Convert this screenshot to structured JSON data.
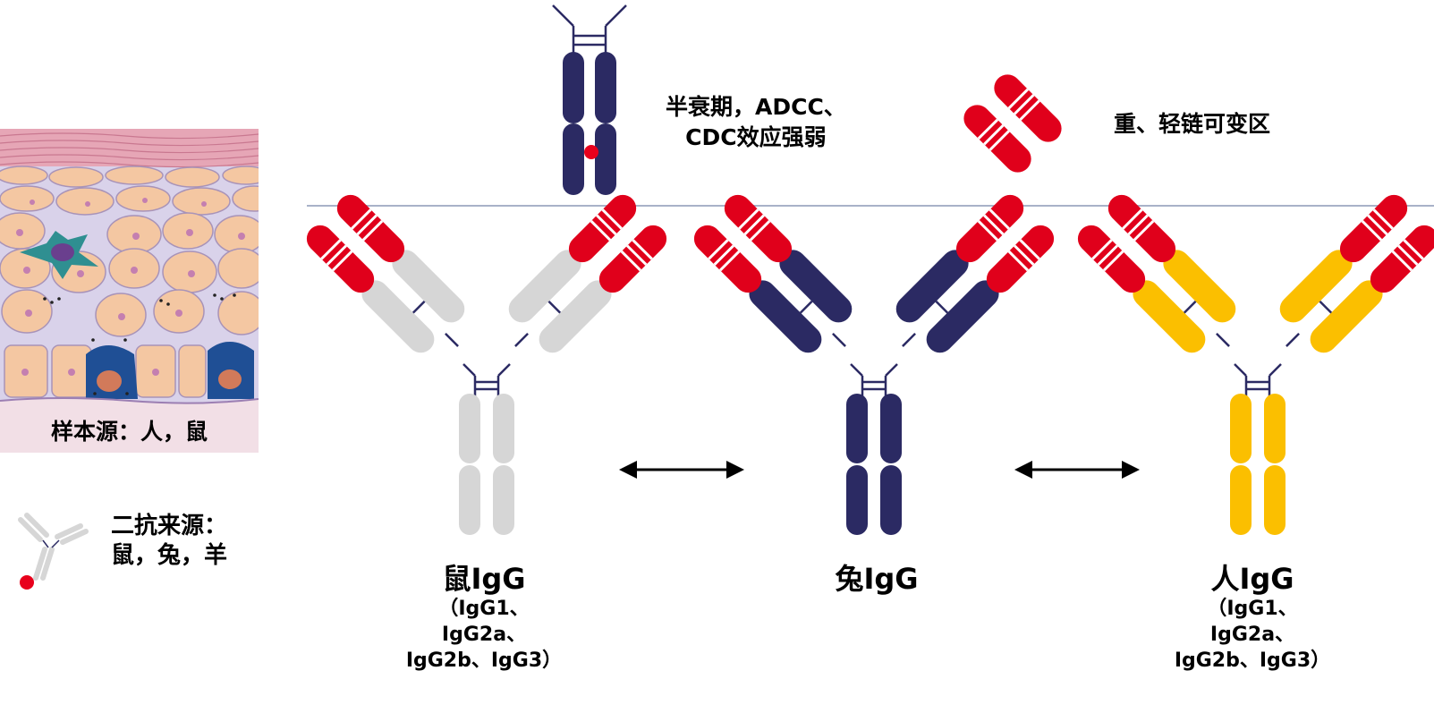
{
  "legend": {
    "fc_effect_line1": "半衰期，ADCC、",
    "fc_effect_line2": "CDC效应强弱",
    "variable_region": "重、轻链可变区"
  },
  "sample": {
    "source_label": "样本源：人，鼠"
  },
  "secondary": {
    "line1": "二抗来源：",
    "line2": "鼠，兔，羊"
  },
  "antibodies": [
    {
      "name": "鼠IgG",
      "sub1": "（IgG1、",
      "sub2": "IgG2a、",
      "sub3": "IgG2b、IgG3）",
      "color": "#d6d6d6"
    },
    {
      "name": "兔IgG",
      "color": "#2b2a63"
    },
    {
      "name": "人IgG",
      "sub1": "（IgG1、",
      "sub2": "IgG2a、",
      "sub3": "IgG2b、IgG3）",
      "color": "#fbbf00"
    }
  ],
  "colors": {
    "variable": "#e0001b",
    "navy": "#2b2a63",
    "divider": "#a8b2c8",
    "marker": "#e8001c"
  },
  "icons": [
    "antibody-icon",
    "variable-region-icon",
    "double-arrow-icon",
    "tissue-illustration"
  ]
}
